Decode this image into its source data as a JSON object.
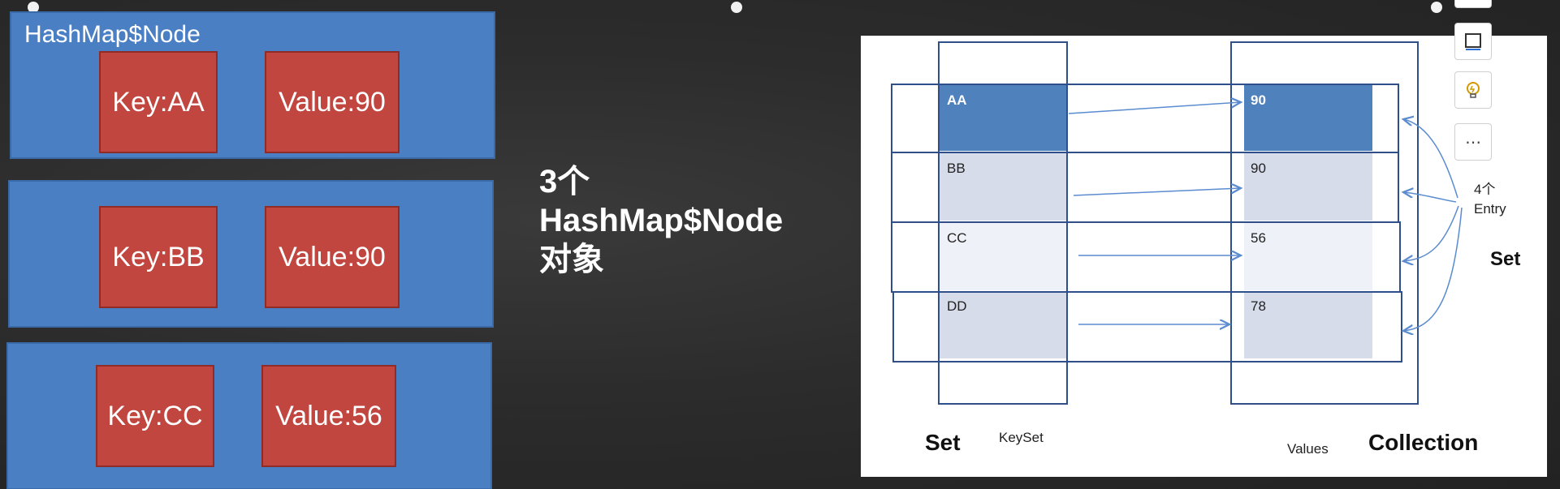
{
  "left": {
    "node_title": "HashMap$Node",
    "nodes": [
      {
        "key": "Key:AA",
        "value": "Value:90"
      },
      {
        "key": "Key:BB",
        "value": "Value:90"
      },
      {
        "key": "Key:CC",
        "value": "Value:56"
      }
    ]
  },
  "middle": {
    "line1": "3个",
    "line2": "HashMap$Node",
    "line3": "对象"
  },
  "diagram": {
    "keys": [
      "AA",
      "BB",
      "CC",
      "DD"
    ],
    "values": [
      "90",
      "90",
      "56",
      "78"
    ],
    "entry_count": "4个",
    "entry_label": "Entry",
    "set_right": "Set",
    "set_bottom": "Set",
    "keyset_label": "KeySet",
    "values_label": "Values",
    "collection_label": "Collection"
  },
  "toolbar": {
    "icons": [
      "present-icon",
      "lightbulb-icon",
      "more-icon"
    ],
    "more_label": "⋯"
  },
  "colors": {
    "node_blue": "#4a7fc4",
    "cell_red": "#c0463f",
    "highlight_blue": "#4f81bd",
    "row_fill": "#d6dcea",
    "arrow": "#5b8ccf"
  }
}
